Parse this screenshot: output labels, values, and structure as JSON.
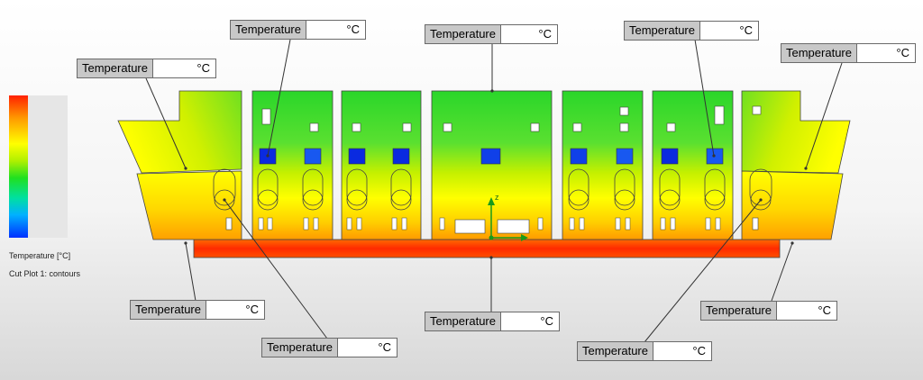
{
  "legend": {
    "title": "Temperature [°C]",
    "subtitle": "Cut Plot 1: contours",
    "colors": [
      "#ff2000",
      "#ffff00",
      "#20e020",
      "#00b0ff",
      "#0030ff"
    ]
  },
  "probe_label": "Temperature",
  "probe_unit": "°C",
  "probes": [
    {
      "label": "Temperature",
      "unit": "°C"
    },
    {
      "label": "Temperature",
      "unit": "°C"
    },
    {
      "label": "Temperature",
      "unit": "°C"
    },
    {
      "label": "Temperature",
      "unit": "°C"
    },
    {
      "label": "Temperature",
      "unit": "°C"
    },
    {
      "label": "Temperature",
      "unit": "°C"
    },
    {
      "label": "Temperature",
      "unit": "°C"
    },
    {
      "label": "Temperature",
      "unit": "°C"
    },
    {
      "label": "Temperature",
      "unit": "°C"
    },
    {
      "label": "Temperature",
      "unit": "°C"
    }
  ],
  "triad": {
    "z_label": "z"
  }
}
